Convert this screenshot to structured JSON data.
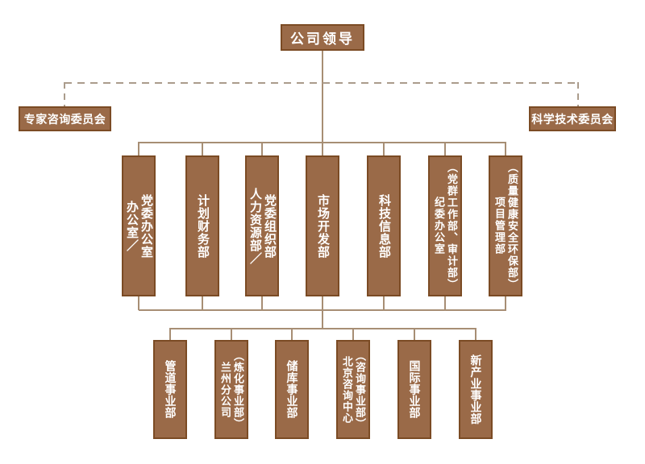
{
  "colors": {
    "background": "#ffffff",
    "box_fill": "#9a6a48",
    "box_border": "#7b4b24",
    "box_text": "#ffffff",
    "connector": "#a78e74",
    "dashed_connector": "#ab9c8c"
  },
  "org_chart": {
    "root": {
      "label": "公司领导"
    },
    "advisory_committees": [
      {
        "label": "专家咨询委员会"
      },
      {
        "label": "科学技术委员会"
      }
    ],
    "departments": [
      {
        "label": "办公室／党委办公室",
        "lines": [
          "党委办公室",
          "办公室／"
        ]
      },
      {
        "label": "计划财务部",
        "lines": [
          "计划财务部"
        ]
      },
      {
        "label": "人力资源部／党委组织部",
        "lines": [
          "党委组织部",
          "人力资源部／"
        ]
      },
      {
        "label": "市场开发部",
        "lines": [
          "市场开发部"
        ]
      },
      {
        "label": "科技信息部",
        "lines": [
          "科技信息部"
        ]
      },
      {
        "label": "纪委办公室（党群工作部、审计部）",
        "lines": [
          "（党群工作部、审计部）",
          "纪委办公室"
        ]
      },
      {
        "label": "项目管理部（质量健康安全环保部）",
        "lines": [
          "（质量健康安全环保部）",
          "项目管理部"
        ]
      }
    ],
    "divisions": [
      {
        "label": "管道事业部",
        "lines": [
          "管道事业部"
        ]
      },
      {
        "label": "兰州分公司（炼化事业部）",
        "lines": [
          "（炼化事业部）",
          "兰州分公司"
        ]
      },
      {
        "label": "储库事业部",
        "lines": [
          "储库事业部"
        ]
      },
      {
        "label": "北京咨询中心（咨询事业部）",
        "lines": [
          "（咨询事业部）",
          "北京咨询中心"
        ]
      },
      {
        "label": "国际事业部",
        "lines": [
          "国际事业部"
        ]
      },
      {
        "label": "新产业事业部",
        "lines": [
          "新产业事业部"
        ]
      }
    ]
  }
}
